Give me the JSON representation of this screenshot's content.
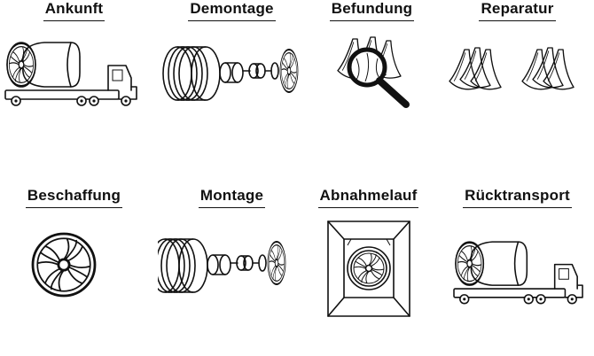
{
  "steps": [
    {
      "label": "Ankunft",
      "icon": "truck-with-engine-icon"
    },
    {
      "label": "Demontage",
      "icon": "disassembled-engine-icon"
    },
    {
      "label": "Befundung",
      "icon": "magnifier-blades-icon"
    },
    {
      "label": "Reparatur",
      "icon": "repaired-blades-icon"
    },
    {
      "label": "Beschaffung",
      "icon": "fan-disk-icon"
    },
    {
      "label": "Montage",
      "icon": "assembled-parts-icon"
    },
    {
      "label": "Abnahmelauf",
      "icon": "test-cell-engine-icon"
    },
    {
      "label": "Rücktransport",
      "icon": "return-truck-icon"
    }
  ]
}
